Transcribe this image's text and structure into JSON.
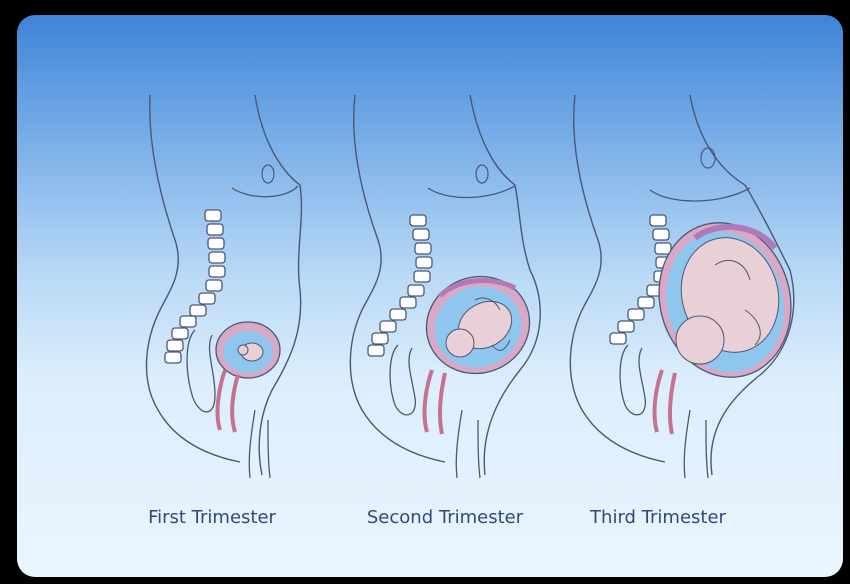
{
  "stages": [
    {
      "label": "First Trimester"
    },
    {
      "label": "Second Trimester"
    },
    {
      "label": "Third Trimester"
    }
  ],
  "colors": {
    "panel_top": "#3f84d8",
    "panel_bottom": "#eaf5fe",
    "outline": "#4a5878",
    "uterus_wall": "#d9a8c4",
    "amniotic_fluid": "#8fc6ee",
    "fetus": "#e9cfd6",
    "placenta": "#b07ab8",
    "label_text": "#2f4a7a"
  }
}
